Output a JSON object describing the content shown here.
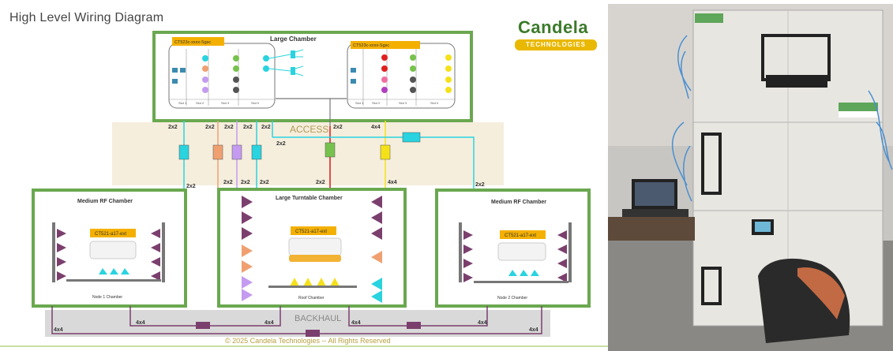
{
  "title": "High Level Wiring Diagram",
  "logo": {
    "brand": "Candela",
    "sub": "TECHNOLOGIES"
  },
  "large_chamber": {
    "title": "Large Chamber",
    "left_unit": {
      "tag": "CT523c-xxxx-Sgsc",
      "slots": [
        "Slot 1",
        "Slot 2",
        "Slot 3",
        "Slot 0"
      ]
    },
    "right_unit": {
      "tag": "CT523c-xxxx-Sgsc",
      "slots": [
        "Slot 1",
        "Slot 2",
        "Slot 3",
        "Slot 0"
      ]
    }
  },
  "access_label": "ACCESS",
  "backhaul_label": "BACKHAUL",
  "links": {
    "l1": "2x2",
    "l2": "2x2",
    "l3": "2x2",
    "l4": "2x2",
    "l5": "2x2",
    "l6": "2x2",
    "l7": "4x4",
    "l8": "2x2",
    "b1": "2x2",
    "b2": "2x2",
    "b3": "2x2",
    "b4": "2x2",
    "b5": "2x2",
    "b6": "4x4",
    "b7": "2x2",
    "h1": "4x4",
    "h2": "4x4",
    "h3": "4x4",
    "h4": "4x4",
    "h5": "4x4",
    "h6": "4x4"
  },
  "chambers": {
    "left": {
      "title": "Medium RF Chamber",
      "device": "CT521-a17-ext",
      "caption": "Node 1 Chamber"
    },
    "center": {
      "title": "Large Turntable Chamber",
      "device": "CT521-a17-ext",
      "caption": "Roof Chamber"
    },
    "right": {
      "title": "Medium RF Chamber",
      "device": "CT521-a17-ext",
      "caption": "Node 2 Chamber"
    }
  },
  "footer": "© 2025 Candela Technologies -- All Rights Reserved",
  "colors": {
    "frame": "#6aa84f",
    "access_bg": "#f5eedd",
    "backhaul_bg": "#d9d9d9",
    "cable": "#7b3f6e",
    "cyan": "#29d3df",
    "orange": "#f0a070",
    "violet": "#c49bf0",
    "yellow": "#f5e11a",
    "red": "#e02020",
    "green": "#77c24d"
  }
}
